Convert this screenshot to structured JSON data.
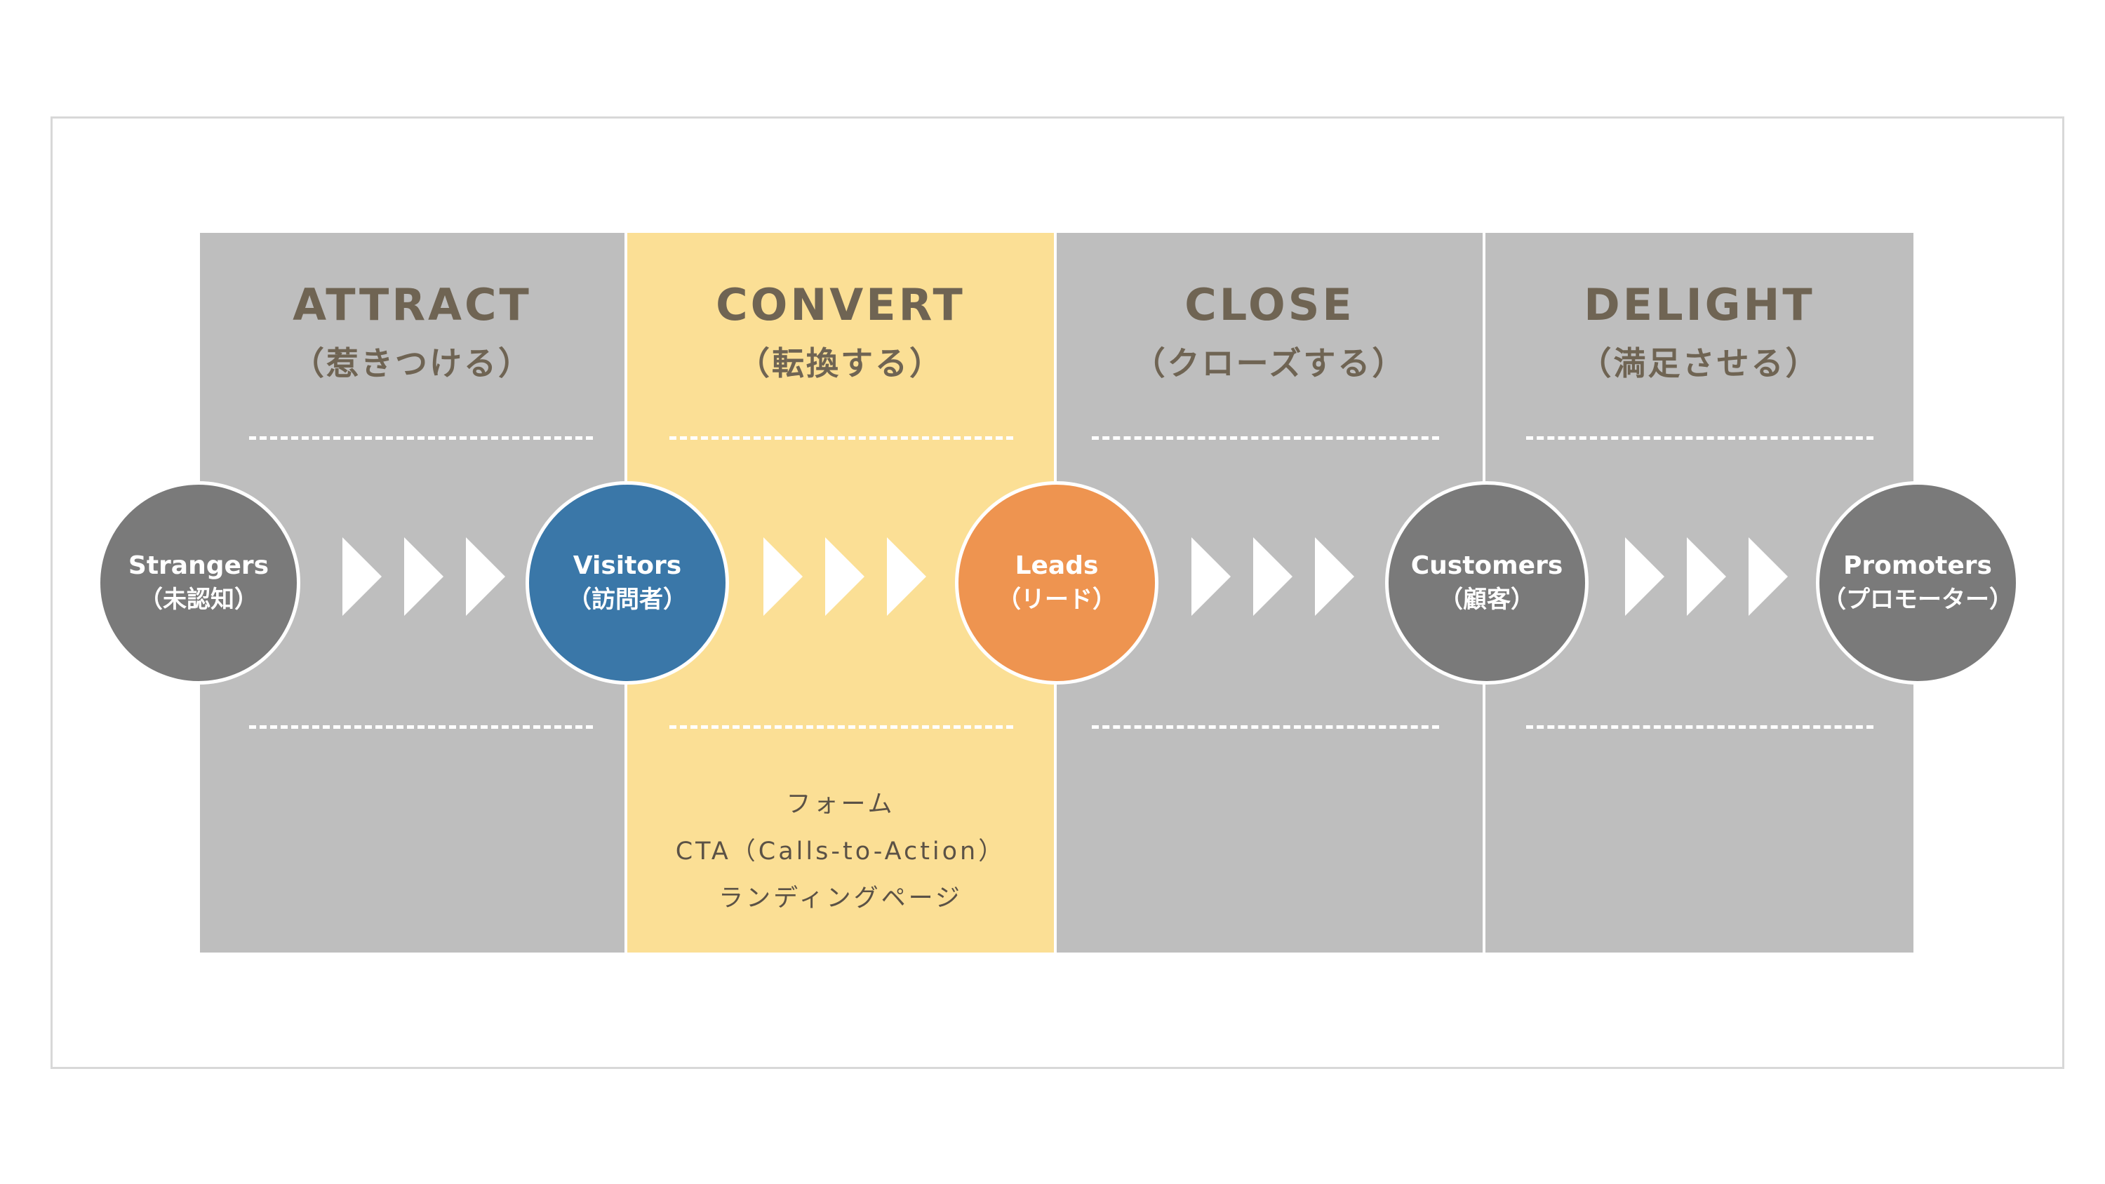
{
  "colors": {
    "stage_gray": "#bebebe",
    "stage_highlight": "#fbdf95",
    "title_text": "#6f6453",
    "visitors": "#3a77a8",
    "leads": "#ee9450",
    "dark_circle": "#7a7a7a",
    "frame_border": "#d8d8d8"
  },
  "stages": [
    {
      "title": "ATTRACT",
      "subtitle": "（惹きつける）"
    },
    {
      "title": "CONVERT",
      "subtitle": "（転換する）",
      "tools": [
        "フォーム",
        "CTA（Calls-to-Action）",
        "ランディングページ"
      ]
    },
    {
      "title": "CLOSE",
      "subtitle": "（クローズする）"
    },
    {
      "title": "DELIGHT",
      "subtitle": "（満足させる）"
    }
  ],
  "nodes": [
    {
      "en": "Strangers",
      "ja": "（未認知）",
      "color": "#7a7a7a"
    },
    {
      "en": "Visitors",
      "ja": "（訪問者）",
      "color": "#3a77a8"
    },
    {
      "en": "Leads",
      "ja": "（リード）",
      "color": "#ee9450"
    },
    {
      "en": "Customers",
      "ja": "（顧客）",
      "color": "#7a7a7a"
    },
    {
      "en": "Promoters",
      "ja": "（プロモーター）",
      "color": "#7a7a7a"
    }
  ],
  "arrow_icon": "triple-chevron-right-icon"
}
